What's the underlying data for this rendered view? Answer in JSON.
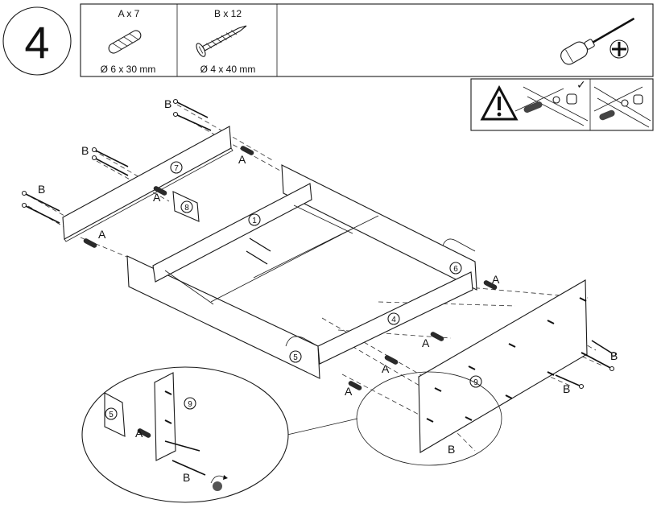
{
  "step": {
    "number": "4"
  },
  "parts_box": {
    "items": [
      {
        "label": "A x 7",
        "size": "Ø 6 x 30 mm",
        "icon": "dowel-icon"
      },
      {
        "label": "B x 12",
        "size": "Ø 4 x 40 mm",
        "icon": "screw-icon"
      }
    ],
    "tool": "phillips-screwdriver-icon"
  },
  "warning_box": {
    "icon": "warning-triangle-icon",
    "check_mark": "✓"
  },
  "callouts": {
    "part_1": "1",
    "part_4": "4",
    "part_5": "5",
    "part_6": "6",
    "part_7": "7",
    "part_8": "8",
    "part_9": "9"
  },
  "letters": {
    "A": "A",
    "B": "B"
  }
}
